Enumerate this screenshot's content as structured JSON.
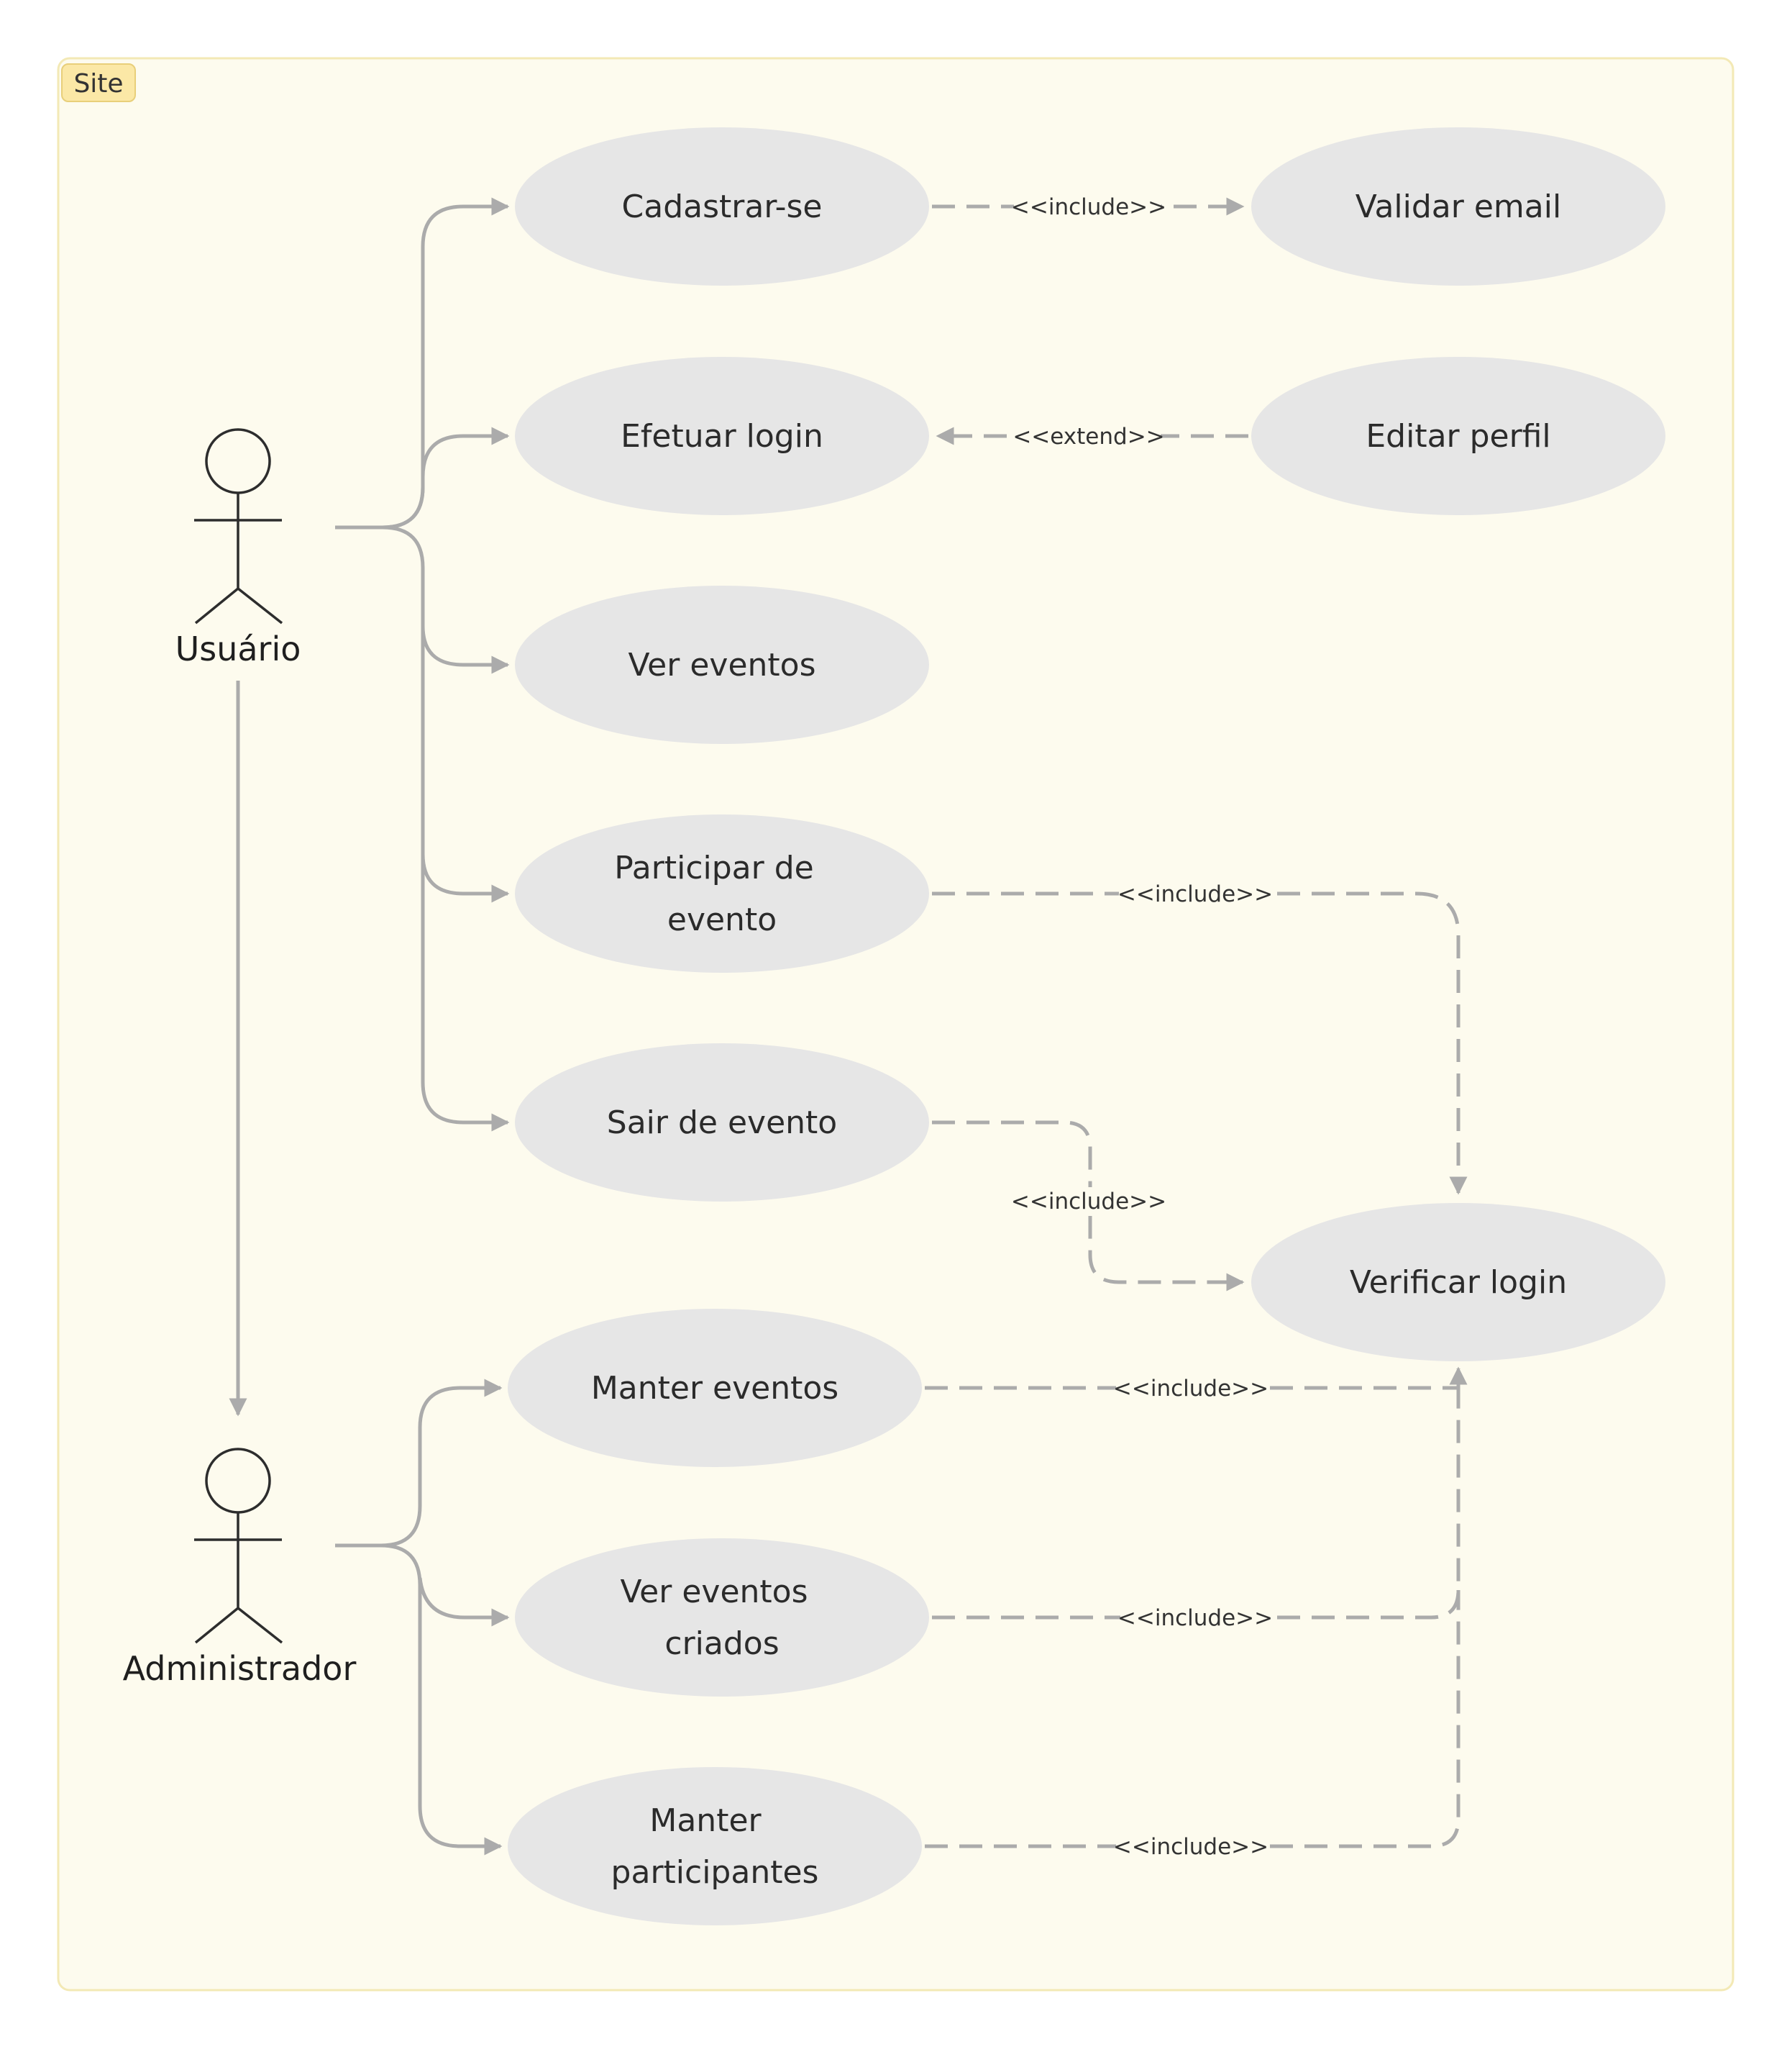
{
  "boundary": {
    "label": "Site"
  },
  "actors": {
    "usuario": "Usuário",
    "administrador": "Administrador"
  },
  "use_cases": {
    "cadastrar": [
      "Cadastrar-se"
    ],
    "validar_email": [
      "Validar email"
    ],
    "efetuar_login": [
      "Efetuar login"
    ],
    "editar_perfil": [
      "Editar perfil"
    ],
    "ver_eventos": [
      "Ver eventos"
    ],
    "participar": [
      "Participar de",
      "evento"
    ],
    "sair": [
      "Sair de evento"
    ],
    "verificar_login": [
      "Verificar login"
    ],
    "manter_eventos": [
      "Manter eventos"
    ],
    "ver_criados": [
      "Ver eventos",
      "criados"
    ],
    "manter_participantes": [
      "Manter",
      "participantes"
    ]
  },
  "relations": {
    "include": "<<include>>",
    "extend": "<<extend>>"
  },
  "colors": {
    "boundary_fill": "#fdfbee",
    "boundary_stroke": "#f3e9b5",
    "badge_fill": "#fbe8a6",
    "use_case_fill": "#e6e6e6",
    "connector": "#ababab"
  }
}
